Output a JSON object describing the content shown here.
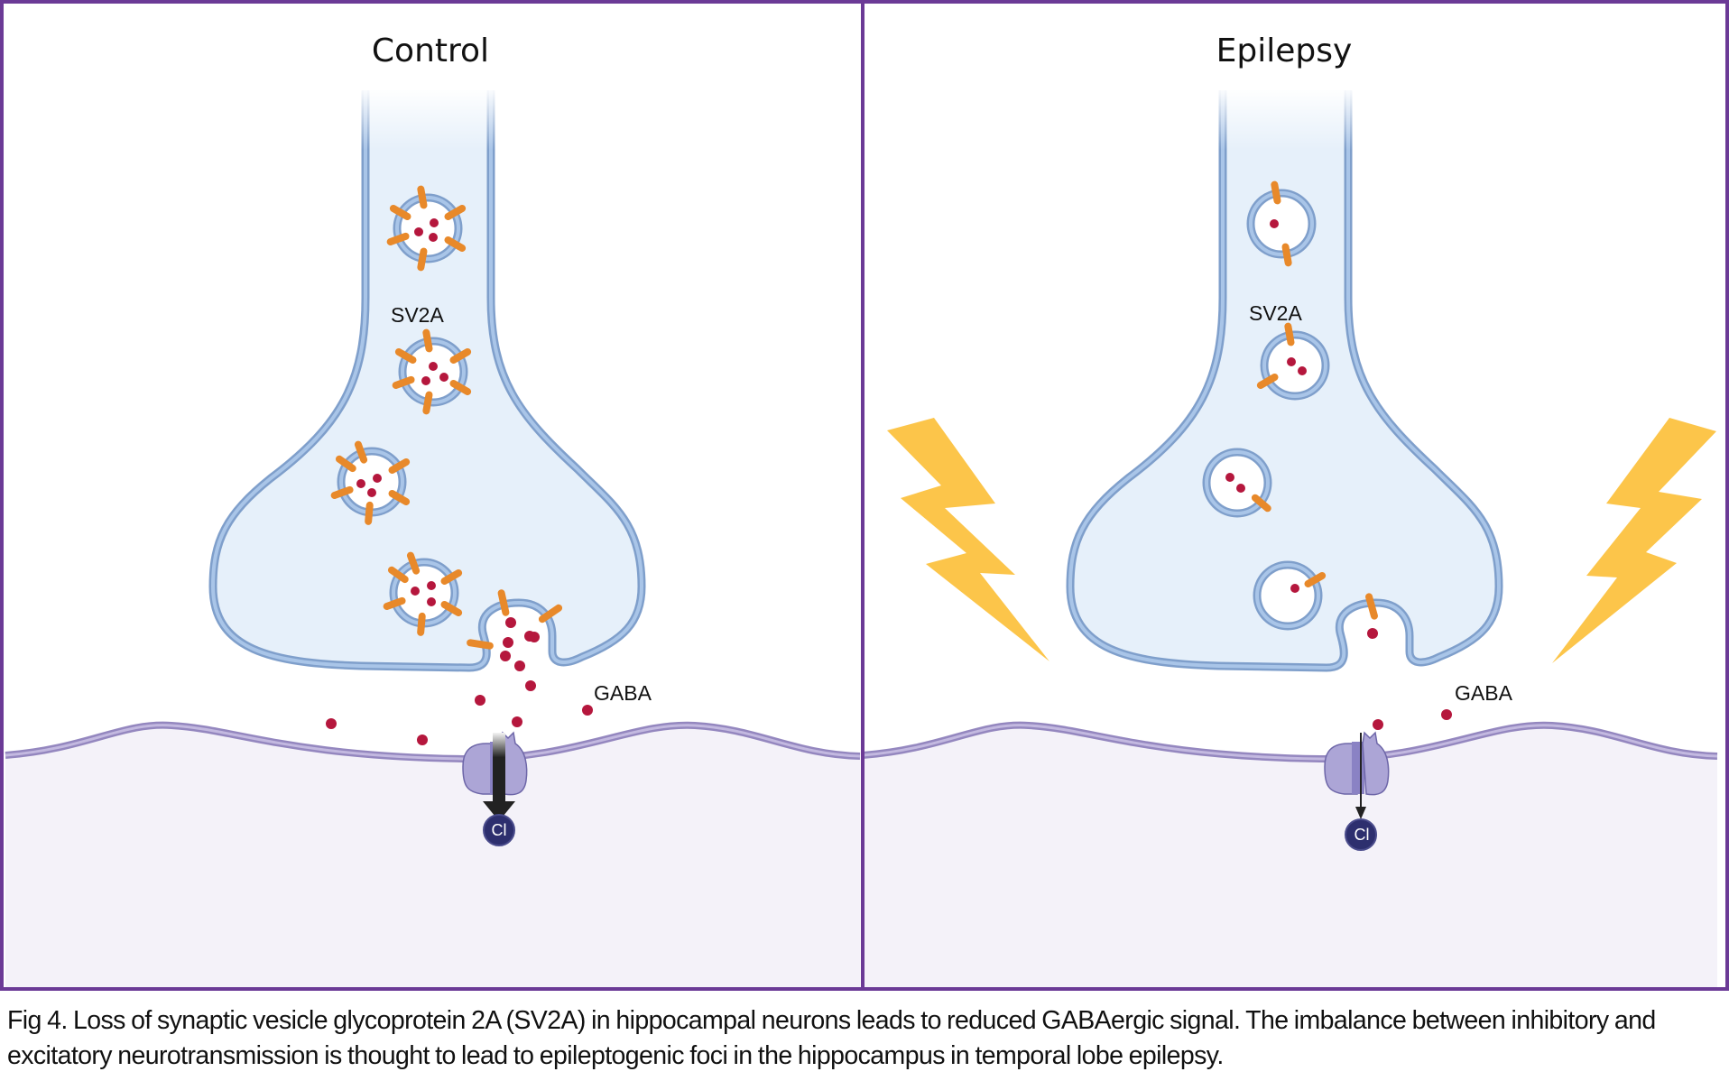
{
  "figure": {
    "panels": [
      {
        "id": "control",
        "title": "Control",
        "vesicle_label": "SV2A",
        "neurotransmitter_label": "GABA",
        "ion_label": "Cl",
        "sv2a_level": "high",
        "chloride_flux": "strong",
        "vesicles": [
          {
            "dots": 3,
            "sv2a_count": 6
          },
          {
            "dots": 3,
            "sv2a_count": 6
          },
          {
            "dots": 3,
            "sv2a_count": 6
          },
          {
            "dots": 3,
            "sv2a_count": 6
          }
        ],
        "fusing_vesicle": {
          "sv2a_count": 3
        },
        "released_gaba_count": 9,
        "hyperexcitability_marks": 0
      },
      {
        "id": "epilepsy",
        "title": "Epilepsy",
        "vesicle_label": "SV2A",
        "neurotransmitter_label": "GABA",
        "ion_label": "Cl",
        "sv2a_level": "low",
        "chloride_flux": "weak",
        "vesicles": [
          {
            "dots": 1,
            "sv2a_count": 2
          },
          {
            "dots": 2,
            "sv2a_count": 2
          },
          {
            "dots": 2,
            "sv2a_count": 1
          },
          {
            "dots": 1,
            "sv2a_count": 1
          }
        ],
        "fusing_vesicle": {
          "sv2a_count": 1
        },
        "released_gaba_count": 3,
        "hyperexcitability_marks": 2
      }
    ],
    "colors": {
      "border": "#6b3a96",
      "presynaptic_fill": "#e6f0fa",
      "presynaptic_membrane": "#7f9fcb",
      "presynaptic_membrane_inner": "#a9c5e8",
      "sv2a": "#e8892a",
      "gaba": "#b5173d",
      "postsynaptic_fill": "#f4f2f9",
      "postsynaptic_membrane": "#9487bf",
      "postsynaptic_membrane_inner": "#c3b9e0",
      "channel": "#aca5d6",
      "channel_dark": "#8a82c4",
      "chloride_ion": "#2d2f6e",
      "lightning": "#fcc54a",
      "arrow": "#222222"
    }
  },
  "caption": "Fig 4. Loss of synaptic vesicle glycoprotein 2A (SV2A) in hippocampal neurons leads to reduced GABAergic signal. The imbalance between inhibitory and excitatory neurotransmission is thought to lead to epileptogenic foci in the hippocampus in temporal lobe epilepsy."
}
